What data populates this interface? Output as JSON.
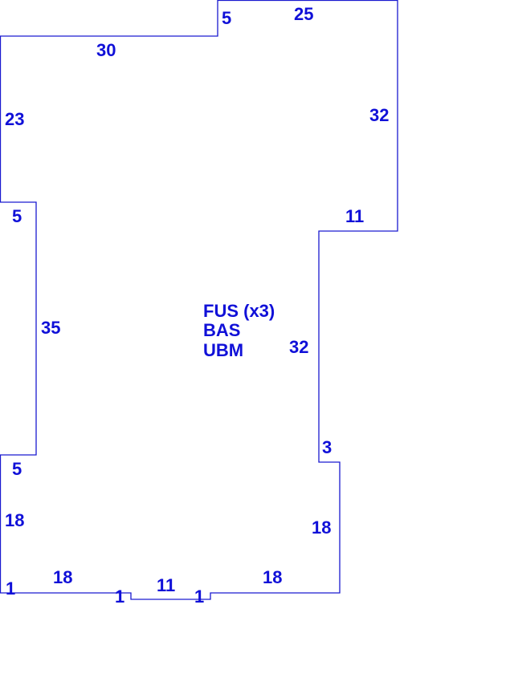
{
  "diagram": {
    "line_color": "#1a1ad0",
    "text_color": "#1010d8",
    "room_labels": [
      "FUS (x3)",
      "BAS",
      "UBM"
    ],
    "dimensions": {
      "top_step": "5",
      "top": "25",
      "upper_left_top": "30",
      "right_upper": "32",
      "left_upper": "23",
      "left_step_top": "5",
      "right_step": "11",
      "left_middle": "35",
      "right_middle": "32",
      "right_step_small": "3",
      "left_step_bottom": "5",
      "left_lower": "18",
      "right_lower": "18",
      "bottom_left_corner": "1",
      "bottom_left": "18",
      "bottom_notch_left": "1",
      "bottom_notch": "11",
      "bottom_notch_right": "1",
      "bottom_right": "18"
    }
  }
}
